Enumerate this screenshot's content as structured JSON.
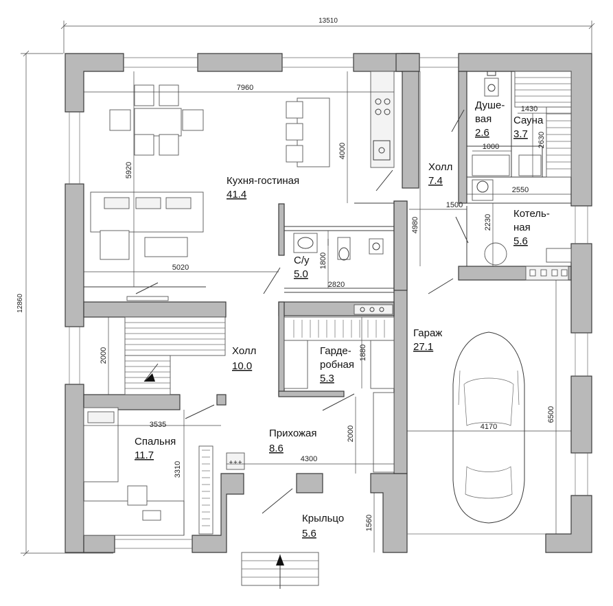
{
  "overall": {
    "width_mm": "13510",
    "height_mm": "12860"
  },
  "rooms": {
    "kitchen_living": {
      "name": "Кухня-гостиная",
      "area": "41.4"
    },
    "hall_upper": {
      "name": "Холл",
      "area": "7.4"
    },
    "shower": {
      "name_line1": "Душе-",
      "name_line2": "вая",
      "area": "2.6"
    },
    "sauna": {
      "name": "Сауна",
      "area": "3.7"
    },
    "boiler": {
      "name_line1": "Котель-",
      "name_line2": "ная",
      "area": "5.6"
    },
    "bathroom": {
      "name": "С/у",
      "area": "5.0"
    },
    "garage": {
      "name": "Гараж",
      "area": "27.1"
    },
    "hall_main": {
      "name": "Холл",
      "area": "10.0"
    },
    "wardrobe": {
      "name_line1": "Гарде-",
      "name_line2": "робная",
      "area": "5.3"
    },
    "bedroom": {
      "name": "Спальня",
      "area": "11.7"
    },
    "entry": {
      "name": "Прихожая",
      "area": "8.6"
    },
    "porch": {
      "name": "Крыльцо",
      "area": "5.6"
    }
  },
  "dimensions": {
    "kitchen_width": "7960",
    "kitchen_depth": "5920",
    "kitchen_right": "4000",
    "living_lower": "5020",
    "hall_upper_height": "4980",
    "sauna_width": "1430",
    "sauna_depth": "2630",
    "shower_width": "1000",
    "boiler_width": "2550",
    "boiler_depth": "2230",
    "boiler_door": "1500",
    "bath_width": "2820",
    "bath_depth": "1800",
    "stairs": "2000",
    "wardrobe_depth": "1880",
    "bedroom_width": "3535",
    "bedroom_depth": "3310",
    "entry_depth": "2000",
    "entry_width": "4300",
    "garage_width": "4170",
    "garage_depth": "6500",
    "porch_depth": "1560"
  }
}
